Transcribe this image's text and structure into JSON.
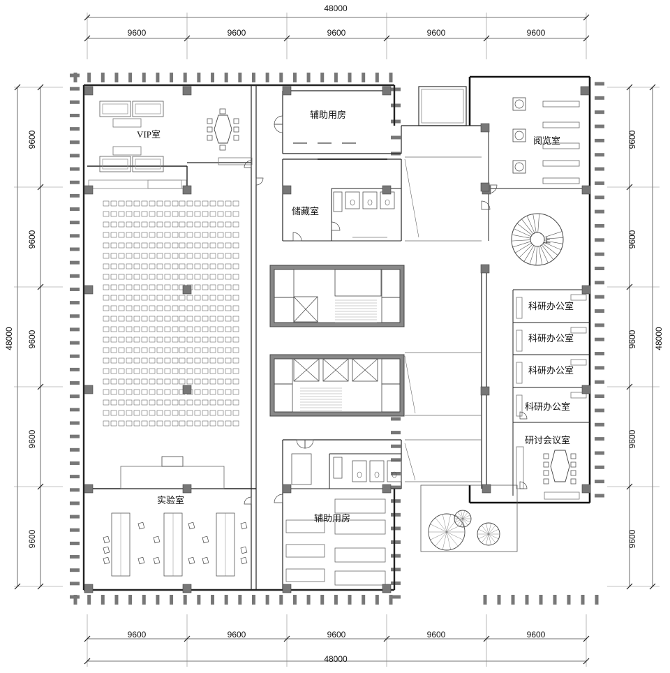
{
  "rooms": {
    "vip": "VIP室",
    "aux_top": "辅助用房",
    "storage": "储藏室",
    "reading": "阅览室",
    "research1": "科研办公室",
    "research2": "科研办公室",
    "research3": "科研办公室",
    "research4": "科研办公室",
    "seminar": "研讨会议室",
    "lab": "实验室",
    "aux_bottom": "辅助用房",
    "stair_mark": "上"
  },
  "dimensions": {
    "total_top": "48000",
    "total_bottom": "48000",
    "total_left": "48000",
    "total_right": "48000",
    "top_bays": [
      "9600",
      "9600",
      "9600",
      "9600",
      "9600"
    ],
    "bottom_bays": [
      "9600",
      "9600",
      "9600",
      "9600",
      "9600"
    ],
    "left_bays": [
      "9600",
      "9600",
      "9600",
      "9600",
      "9600"
    ],
    "right_bays": [
      "9600",
      "9600",
      "9600",
      "9600",
      "9600"
    ]
  },
  "colors": {
    "line": "#333333",
    "wall": "#222222",
    "column": "#777777",
    "core_wall": "#888888",
    "thin": "#666666"
  }
}
